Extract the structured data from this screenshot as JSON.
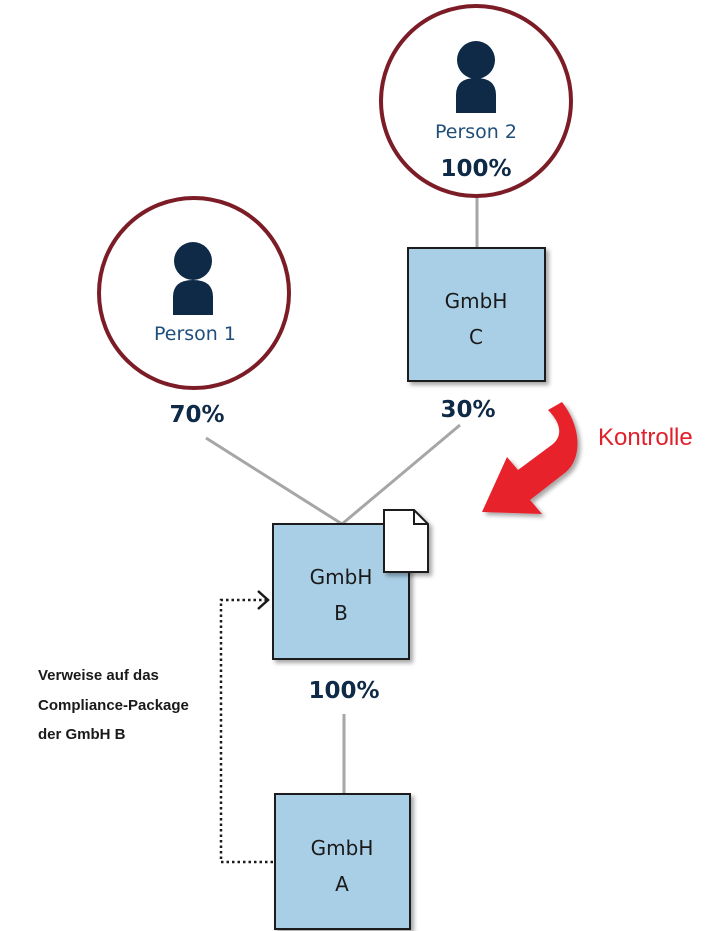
{
  "colors": {
    "circle_border": "#7b1c26",
    "person_icon": "#0e2a47",
    "box_fill": "#a9cfe6",
    "box_border": "#1a1a1a",
    "connector": "#a6a6a6",
    "arrow": "#e8212b",
    "kontrolle_text": "#e0202a"
  },
  "persons": [
    {
      "label": "Person 2",
      "percent": "100%",
      "icon": "person-icon"
    },
    {
      "label": "Person 1",
      "icon": "person-icon"
    }
  ],
  "companies": {
    "c": {
      "line1": "GmbH",
      "line2": "C"
    },
    "b": {
      "line1": "GmbH",
      "line2": "B",
      "icon": "document-icon"
    },
    "a": {
      "line1": "GmbH",
      "line2": "A"
    }
  },
  "ownership": {
    "person1_to_b": "70%",
    "c_to_b": "30%",
    "b_to_a": "100%"
  },
  "control_label": "Kontrolle",
  "reference_note": [
    "Verweise auf das",
    "Compliance-Package",
    "der GmbH B"
  ]
}
